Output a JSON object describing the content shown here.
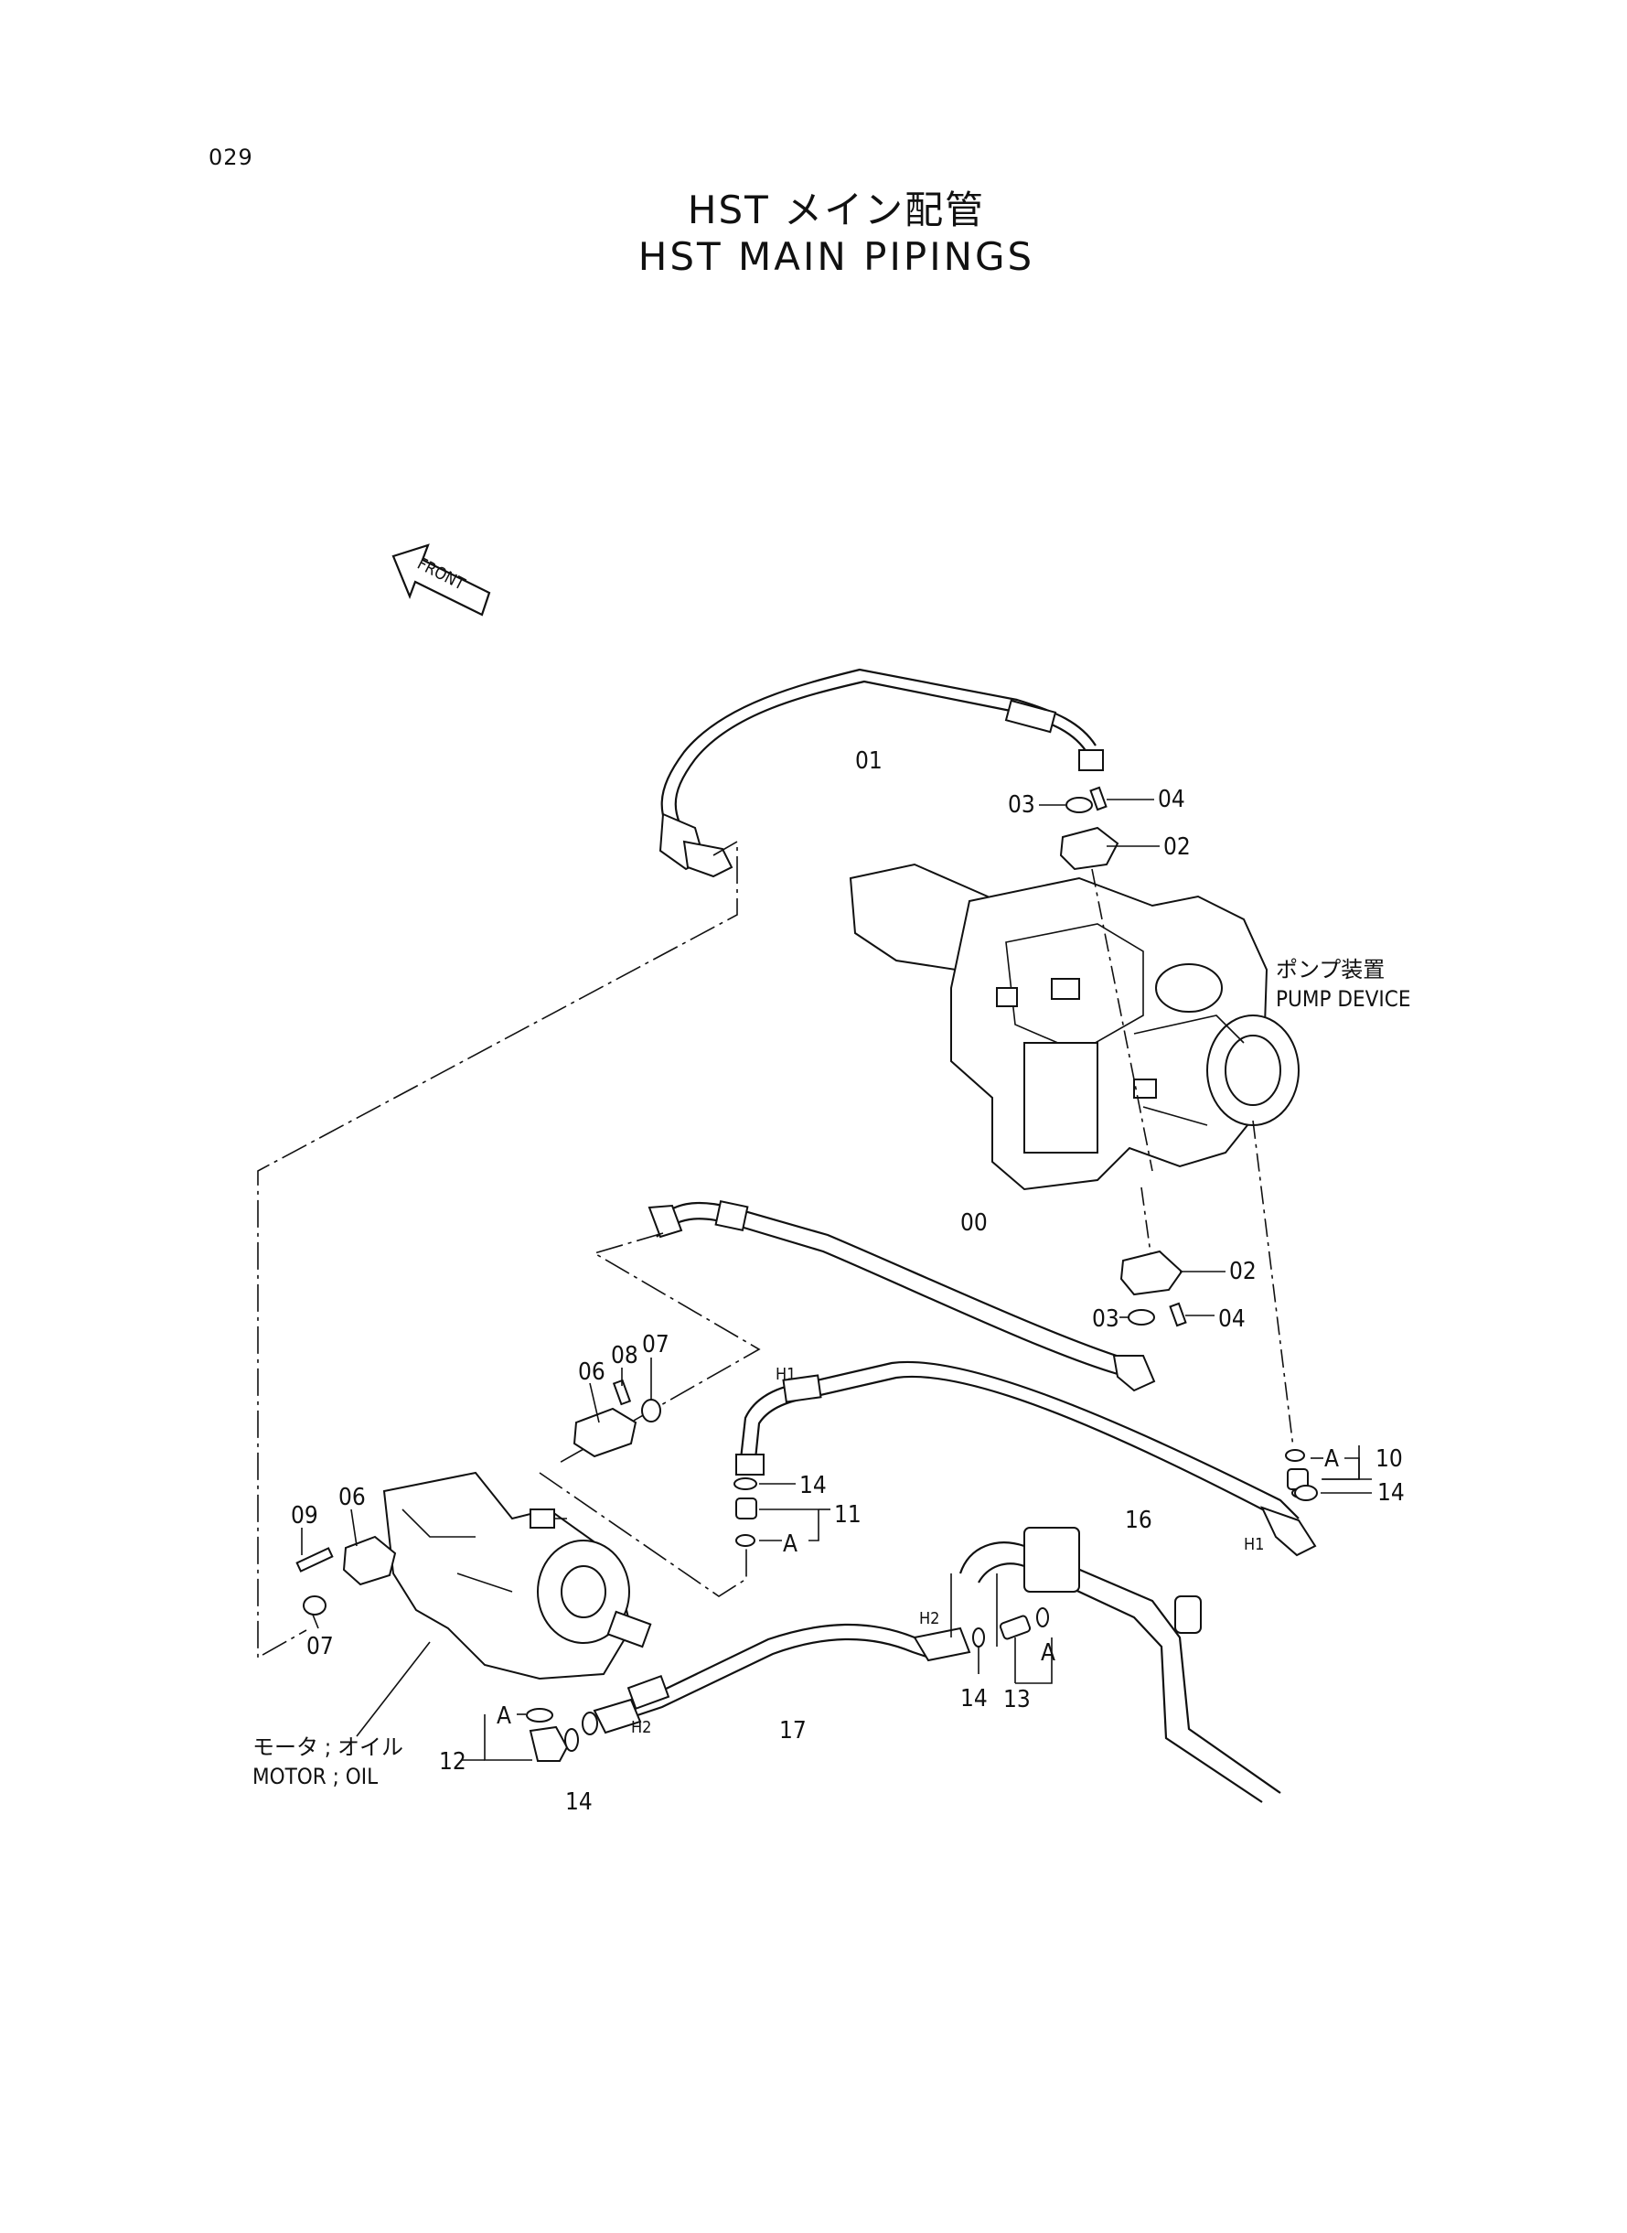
{
  "page_number": "029",
  "title_jp": "HST メイン配管",
  "title_en": "HST MAIN PIPINGS",
  "front_label": "FRONT",
  "pump_label_jp": "ポンプ装置",
  "pump_label_en": "PUMP DEVICE",
  "motor_label_jp": "モータ ; オイル",
  "motor_label_en": "MOTOR ; OIL",
  "callouts": {
    "c00": "00",
    "c01": "01",
    "c02a": "02",
    "c02b": "02",
    "c03a": "03",
    "c03b": "03",
    "c04a": "04",
    "c04b": "04",
    "c06a": "06",
    "c06b": "06",
    "c07a": "07",
    "c07b": "07",
    "c08": "08",
    "c09": "09",
    "c10": "10",
    "c11": "11",
    "c12": "12",
    "c13": "13",
    "c14a": "14",
    "c14b": "14",
    "c14c": "14",
    "c14d": "14",
    "c16": "16",
    "c17": "17"
  },
  "markers": {
    "h1a": "H1",
    "h1b": "H1",
    "h2a": "H2",
    "h2b": "H2",
    "a1": "A",
    "a2": "A",
    "a3": "A",
    "a4": "A"
  }
}
